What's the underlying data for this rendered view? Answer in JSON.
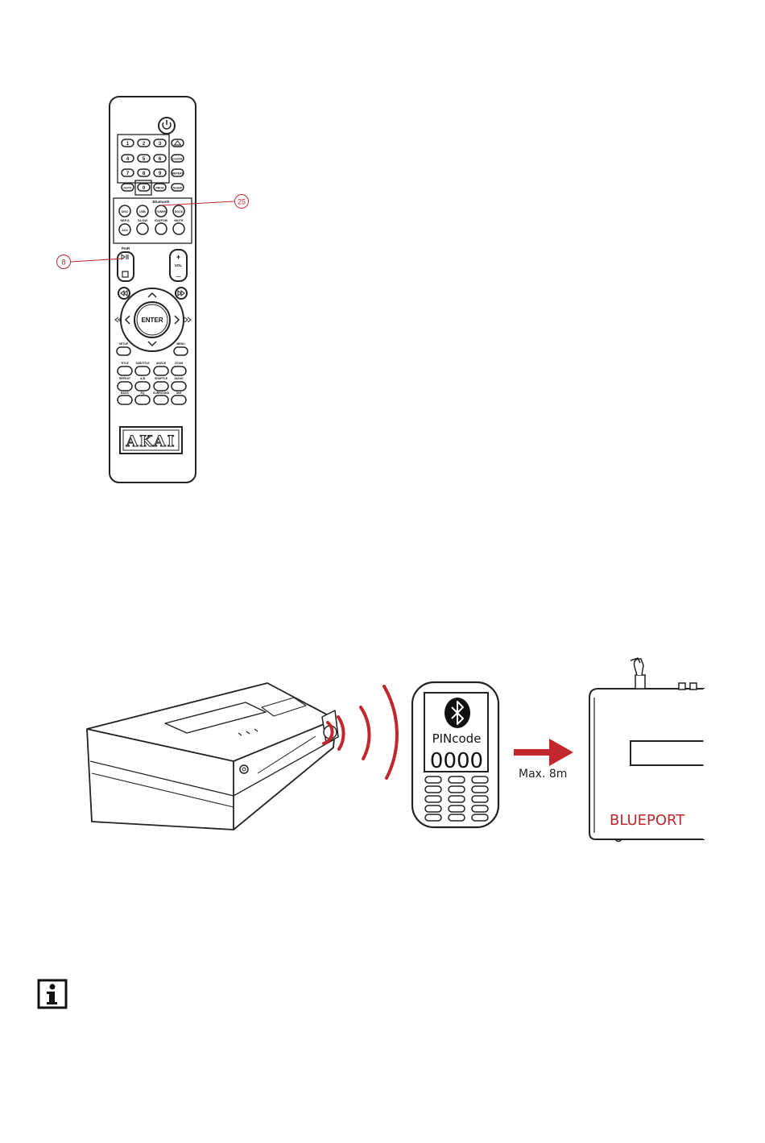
{
  "remote": {
    "brand": "AKAI",
    "keypad_numbers": [
      "1",
      "2",
      "3",
      "4",
      "5",
      "6",
      "7",
      "8",
      "9",
      "0"
    ],
    "keypad_side_buttons": [
      "CLOCK",
      "REPEAT",
      "SLEEP"
    ],
    "keypad_bottom_buttons": [
      "GOTO",
      "PROG"
    ],
    "source_header": "Bluetooth",
    "source_buttons": [
      "DISC",
      "USB",
      "TUNER",
      "DOCK"
    ],
    "source_labels": [
      "SEP.S",
      "SLOW",
      "ID3/FOB",
      "MUTE"
    ],
    "aux_label": "AUX",
    "pair_label": "PAIR",
    "vol_label": "VOL",
    "vol_plus": "+",
    "vol_minus": "—",
    "enter_label": "ENTER",
    "row1_labels": [
      "SETUP",
      "MENU"
    ],
    "row2_labels": [
      "TITLE",
      "SUBTITLE",
      "ANGLE",
      "ZOOM"
    ],
    "row3_labels": [
      "REPEAT",
      "A-B",
      "SHUFFLE",
      "AUDIO"
    ],
    "row4_labels": [
      "BASS",
      "EQ",
      "SURROUND",
      "DIM"
    ]
  },
  "callouts": {
    "tuner_bluetooth": "25",
    "pair": "8"
  },
  "phone": {
    "pin_label": "PINcode",
    "pin_value": "0000"
  },
  "range_label": "Max. 8m",
  "speaker_brand": "BLUEPORT",
  "colors": {
    "accent_red": "#c1272d",
    "line": "#222222"
  },
  "icons": [
    "bluetooth-icon",
    "info-icon",
    "power-icon",
    "eject-icon"
  ]
}
